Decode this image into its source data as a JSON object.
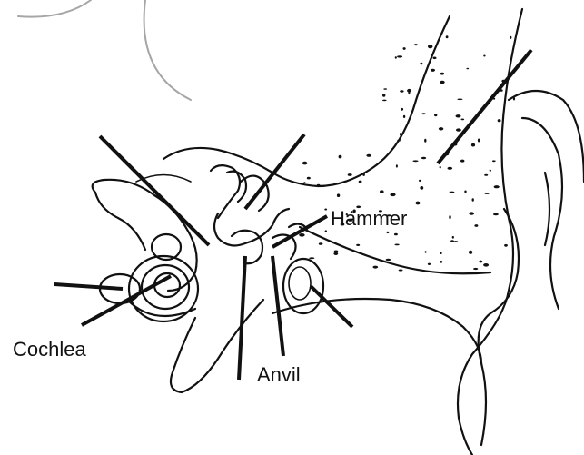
{
  "diagram": {
    "labels": {
      "hammer": "Hammer",
      "cochlea": "Cochlea",
      "anvil": "Anvil"
    },
    "colors": {
      "line": "#111111",
      "background": "#ffffff",
      "faint_curve": "#a6a6a6"
    }
  }
}
